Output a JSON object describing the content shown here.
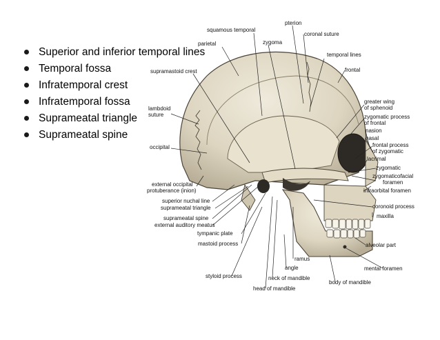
{
  "bullets": [
    "Superior and inferior temporal lines",
    "Temporal fossa",
    "Infratemporal crest",
    "Infratemporal fossa",
    "Suprameatal triangle",
    "Suprameatal spine"
  ],
  "labels": {
    "pterion": "pterion",
    "squamous_temporal": "squamous temporal",
    "coronal_suture": "coronal suture",
    "zygoma": "zygoma",
    "parietal": "parietal",
    "temporal_lines": "temporal lines",
    "frontal": "frontal",
    "supramastoid_crest": "supramastoid crest",
    "greater_wing_1": "greater wing",
    "greater_wing_2": "of sphenoid",
    "lambdoid_1": "lambdoid",
    "lambdoid_2": "suture",
    "zyg_process_frontal_1": "zygomatic process",
    "zyg_process_frontal_2": "of frontal",
    "nasion": "nasion",
    "nasal": "nasal",
    "occipital": "occipital",
    "frontal_process_1": "frontal process",
    "frontal_process_2": "of zygomatic",
    "lacrimal": "lacrimal",
    "zygomatic": "zygomatic",
    "zygomaticofacial_1": "zygomaticofacial",
    "zygomaticofacial_2": "foramen",
    "external_occipital_1": "external occipital",
    "external_occipital_2": "protuberance (inion)",
    "infraorbital_foramen": "infraorbital foramen",
    "superior_nuchal_line": "superior nuchal line",
    "coronoid_process": "coronoid process",
    "suprameatal_triangle": "suprameatal triangle",
    "maxilla": "maxilla",
    "suprameatal_spine": "suprameatal spine",
    "external_auditory_meatus": "external auditory meatus",
    "tympanic_plate": "tympanic plate",
    "mastoid_process": "mastoid process",
    "alveolar_part": "alveolar part",
    "ramus": "ramus",
    "angle": "angle",
    "mental_foramen": "mental foramen",
    "styloid_process": "styloid process",
    "neck_of_mandible": "neck of mandible",
    "body_of_mandible": "body of mandible",
    "head_of_mandible": "head of mandible"
  }
}
